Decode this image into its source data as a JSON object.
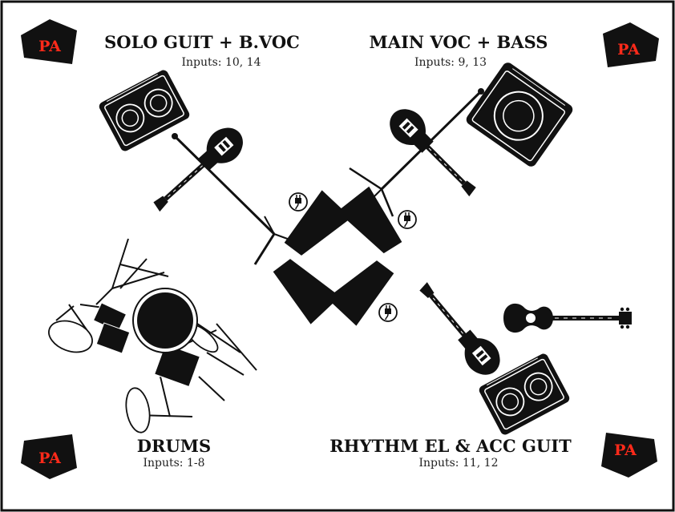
{
  "colors": {
    "pa_label": "#ff2a1a",
    "ink": "#111111",
    "paper": "#ffffff"
  },
  "pa_label": "PA",
  "sections": {
    "solo": {
      "title": "SOLO GUIT + B.VOC",
      "inputs": "Inputs: 10, 14"
    },
    "main": {
      "title": "MAIN VOC + BASS",
      "inputs": "Inputs: 9, 13"
    },
    "drums": {
      "title": "DRUMS",
      "inputs": "Inputs: 1-8"
    },
    "rhythm": {
      "title": "RHYTHM EL & ACC GUIT",
      "inputs": "Inputs: 11, 12"
    }
  },
  "icons": [
    "pa-speaker-icon",
    "guitar-amp-icon",
    "bass-amp-icon",
    "electric-guitar-icon",
    "bass-guitar-icon",
    "acoustic-guitar-icon",
    "mic-stand-icon",
    "monitor-wedge-icon",
    "power-outlet-icon",
    "drum-kit-icon"
  ]
}
